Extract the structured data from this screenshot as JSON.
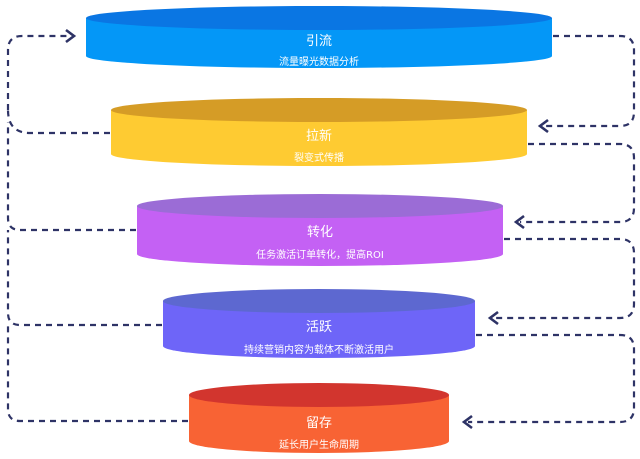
{
  "tiers": [
    {
      "title": "引流",
      "subtitle": "流量曝光数据分析",
      "colors": {
        "top": "#0a76e3",
        "body": "#0497f7"
      }
    },
    {
      "title": "拉新",
      "subtitle": "裂变式传播",
      "colors": {
        "top": "#d59c26",
        "body": "#fecb32"
      }
    },
    {
      "title": "转化",
      "subtitle": "任务激活订单转化，提高ROI",
      "colors": {
        "top": "#9b6cd6",
        "body": "#c461f4"
      }
    },
    {
      "title": "活跃",
      "subtitle": "持续营销内容为载体不断激活用户",
      "colors": {
        "top": "#5d68d0",
        "body": "#6e65f8"
      }
    },
    {
      "title": "留存",
      "subtitle": "延长用户生命周期",
      "colors": {
        "top": "#d2352e",
        "body": "#f86334"
      }
    }
  ],
  "arrow_color": "#2e3366"
}
